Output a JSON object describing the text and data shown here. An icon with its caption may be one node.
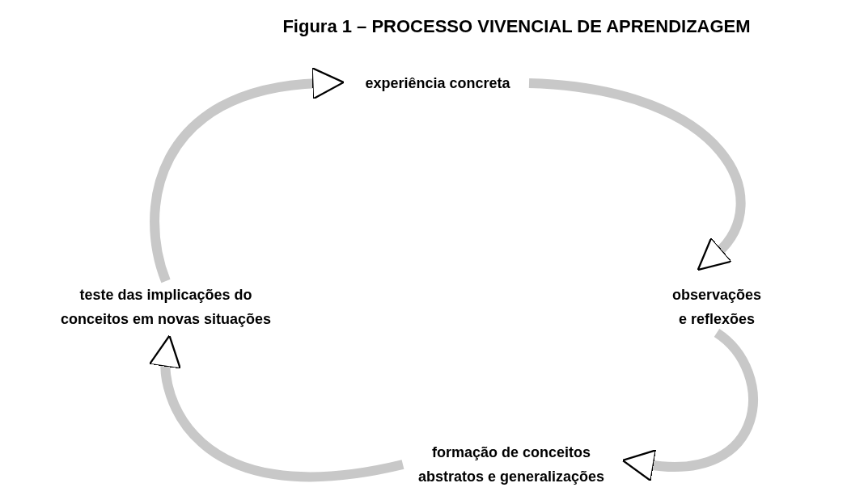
{
  "diagram": {
    "title": "Figura 1 – PROCESSO VIVENCIAL DE APRENDIZAGEM",
    "nodes": [
      {
        "text": [
          "experiência concreta"
        ]
      },
      {
        "text": [
          "observações e reflexões"
        ]
      },
      {
        "text": [
          "formação de conceitos abstratos e generalizações"
        ]
      },
      {
        "text": [
          "teste das implicações do conceitos em novas situações"
        ]
      }
    ],
    "edges": [
      {
        "from": 0,
        "to": 1,
        "arrow": "to"
      },
      {
        "from": 1,
        "to": 2,
        "arrow": "to"
      },
      {
        "from": 2,
        "to": 3,
        "arrow": "to"
      },
      {
        "from": 3,
        "to": 0,
        "arrow": "to"
      }
    ]
  }
}
